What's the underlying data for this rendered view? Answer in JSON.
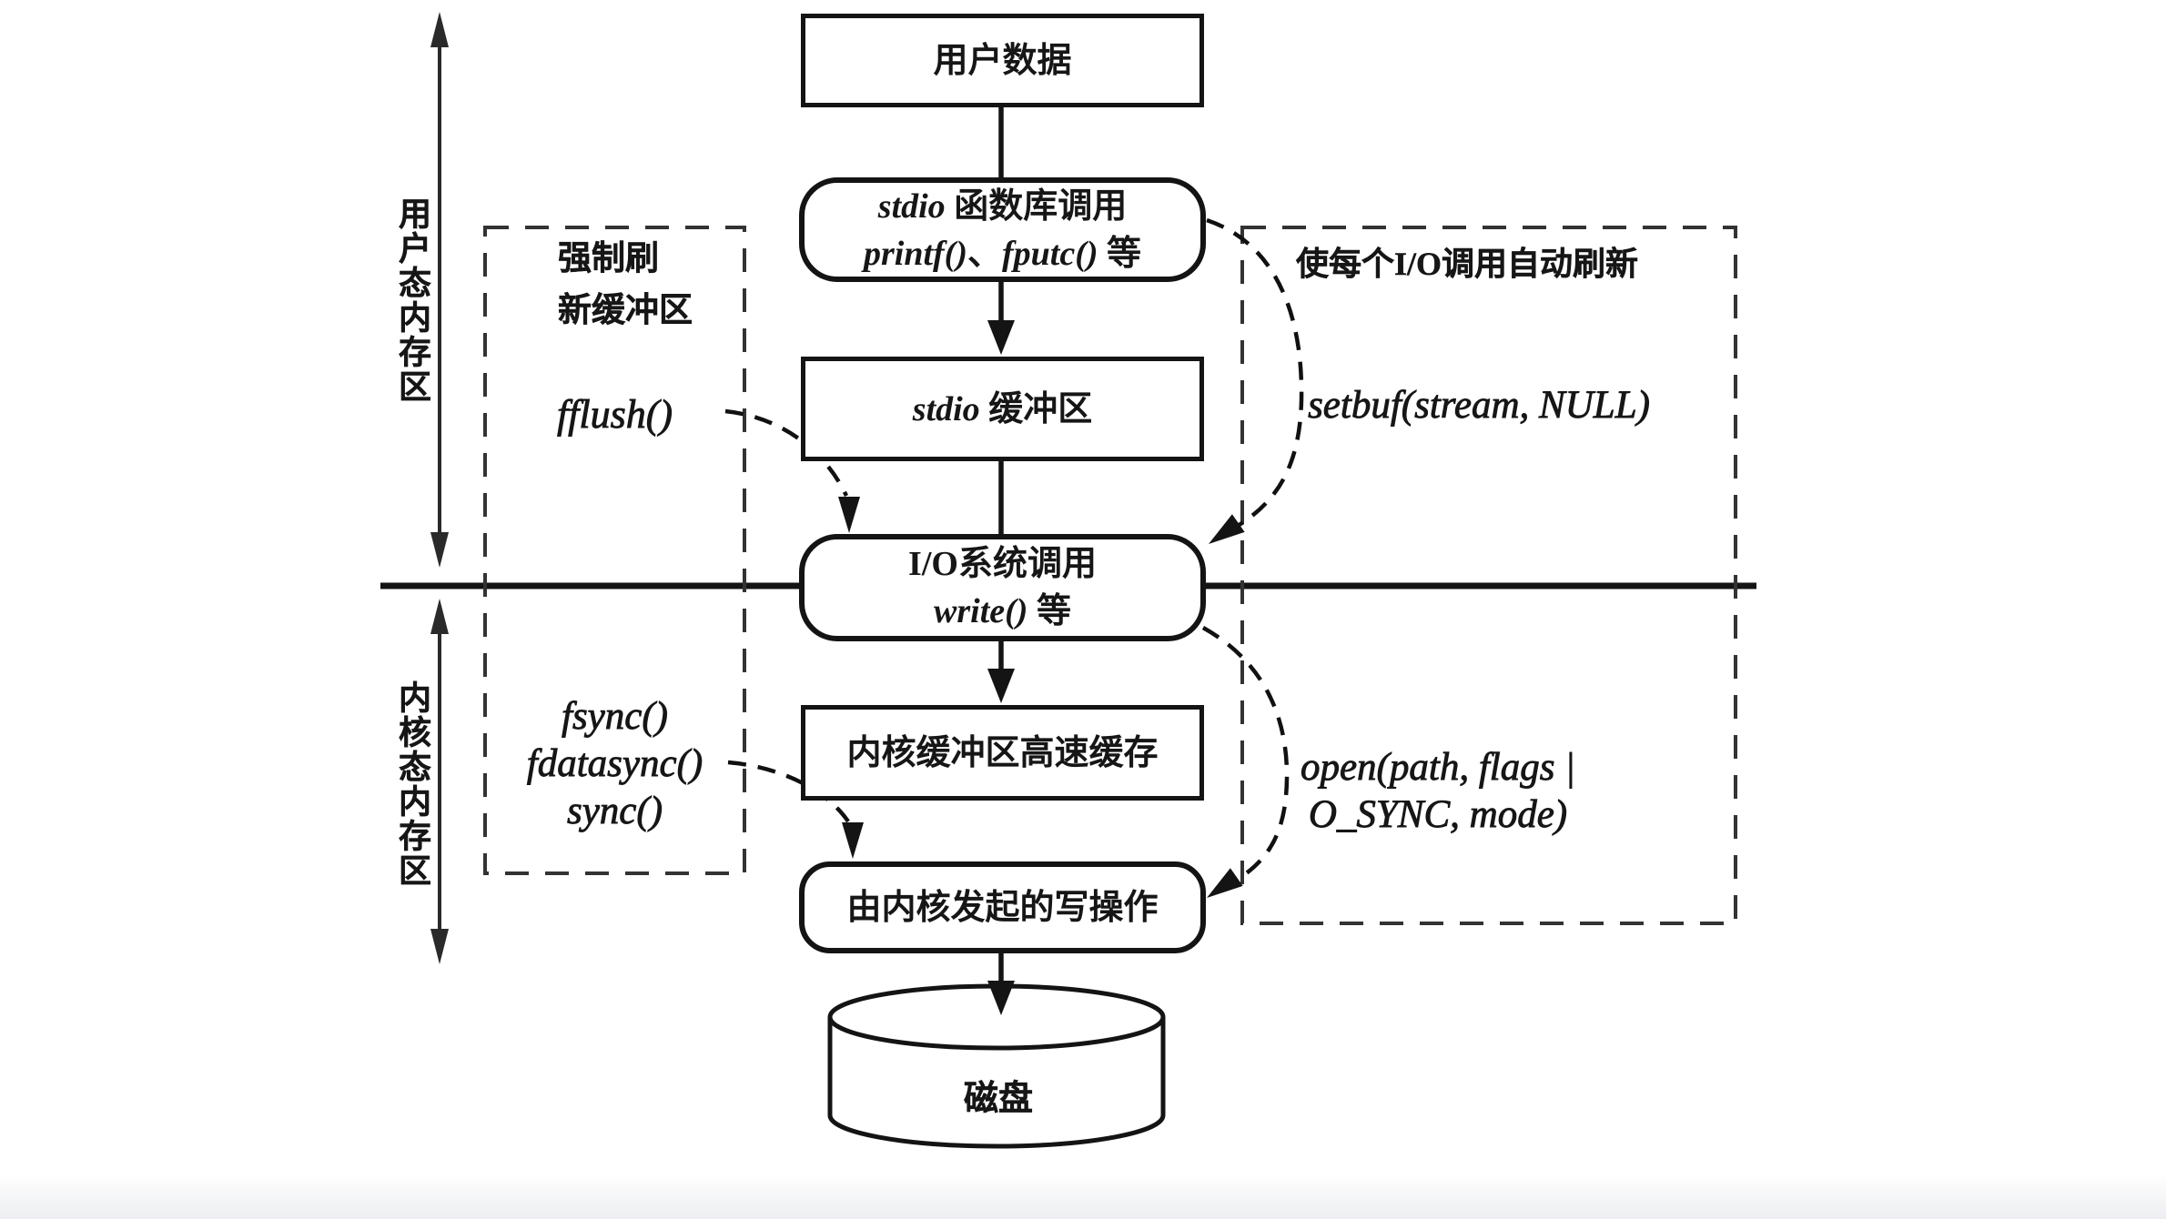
{
  "diagram": {
    "flow_boxes": {
      "user_data": {
        "label": "用户数据"
      },
      "stdio_calls": {
        "line1_code": "stdio",
        "line1_text": " 函数库调用",
        "line2_code1": "printf()",
        "line2_sep": "、",
        "line2_code2": "fputc()",
        "line2_suffix": " 等"
      },
      "stdio_buffer": {
        "code": "stdio",
        "text": " 缓冲区"
      },
      "io_syscall": {
        "line1": "I/O系统调用",
        "line2_code": "write()",
        "line2_suffix": " 等"
      },
      "kernel_cache": {
        "label": "内核缓冲区高速缓存"
      },
      "kernel_write": {
        "label": "由内核发起的写操作"
      },
      "disk": {
        "label": "磁盘"
      }
    },
    "left_panel": {
      "title_line1": "强制刷",
      "title_line2": "新缓冲区",
      "flush_call": "fflush()",
      "sync_calls": [
        "fsync()",
        "fdatasync()",
        "sync()"
      ]
    },
    "right_panel": {
      "title": "使每个I/O调用自动刷新",
      "setbuf_call": "setbuf(stream, NULL)",
      "open_call_line1": "open(path, flags |",
      "open_call_line2": "O_SYNC, mode)"
    },
    "region_labels": {
      "user_space": "用户态内存区",
      "kernel_space": "内核态内存区"
    },
    "colors": {
      "ink": "#1a1a1a",
      "dash": "#3c3c3c",
      "background": "#ffffff"
    }
  }
}
